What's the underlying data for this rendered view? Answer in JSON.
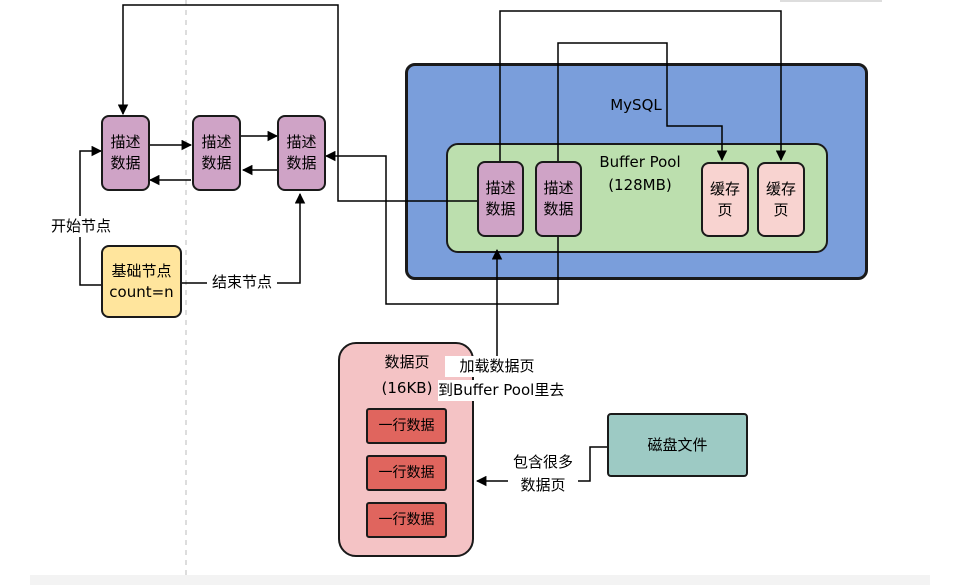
{
  "linked_list": {
    "node1": [
      "描述",
      "数据"
    ],
    "node2": [
      "描述",
      "数据"
    ],
    "node3": [
      "描述",
      "数据"
    ],
    "base_node": [
      "基础节点",
      "count=n"
    ],
    "start_label": "开始节点",
    "end_label": "结束节点"
  },
  "mysql": {
    "title": "MySQL",
    "buffer_pool_title": "Buffer Pool",
    "buffer_pool_size": "(128MB)",
    "desc1": [
      "描述",
      "数据"
    ],
    "desc2": [
      "描述",
      "数据"
    ],
    "cache1": "缓存页",
    "cache2": "缓存页"
  },
  "data_page": {
    "title": "数据页",
    "size": "(16KB)",
    "rows": [
      "一行数据",
      "一行数据",
      "一行数据"
    ],
    "load_label_1": "加载数据页",
    "load_label_2": "到Buffer Pool里去"
  },
  "disk": {
    "label": "磁盘文件",
    "contains_1": "包含很多",
    "contains_2": "数据页"
  },
  "colors": {
    "purple": "#cfa3c6",
    "mysql_blue": "#7a9edb",
    "buffer_green": "#bcdfae",
    "data_page_pink": "#f4c3c5",
    "row_red": "#e0655e",
    "base_yellow": "#ffe59d",
    "disk_teal": "#9dcac4"
  }
}
